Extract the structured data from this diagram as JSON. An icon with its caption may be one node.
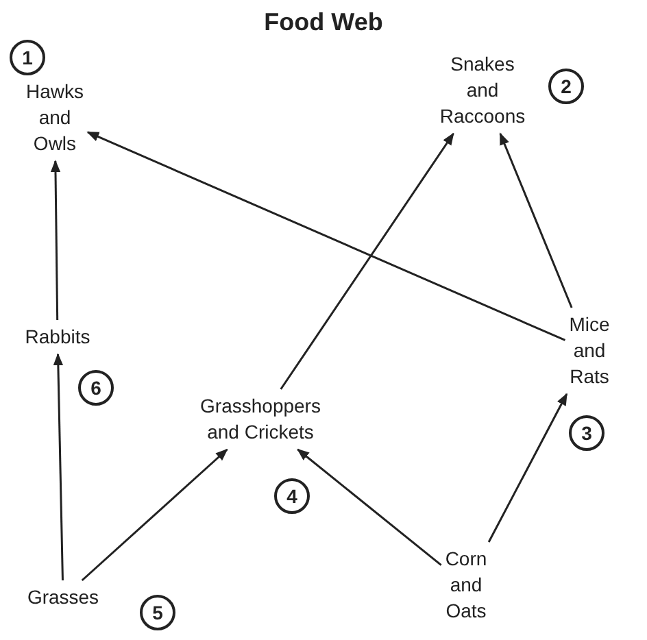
{
  "diagram": {
    "title": "Food Web",
    "nodes": [
      {
        "text": [
          "Hawks and Owls"
        ],
        "beside": [
          "1"
        ]
      },
      {
        "text": [
          "Snakes and Raccoons"
        ],
        "beside": [
          "2"
        ]
      },
      {
        "text": [
          "Rabbits"
        ],
        "beside": [
          "6"
        ]
      },
      {
        "text": [
          "Mice and Rats"
        ],
        "beside": [
          "3"
        ]
      },
      {
        "text": [
          "Grasshoppers and Crickets"
        ],
        "beside": [
          "4"
        ]
      },
      {
        "text": [
          "Grasses"
        ],
        "beside": [
          "5"
        ]
      },
      {
        "text": [
          "Corn and Oats"
        ]
      }
    ],
    "edges": [
      {
        "from": 2,
        "to": 0,
        "arrow": "to"
      },
      {
        "from": 3,
        "to": 0,
        "arrow": "to"
      },
      {
        "from": 3,
        "to": 1,
        "arrow": "to"
      },
      {
        "from": 4,
        "to": 1,
        "arrow": "to"
      },
      {
        "from": 5,
        "to": 2,
        "arrow": "to"
      },
      {
        "from": 5,
        "to": 4,
        "arrow": "to"
      },
      {
        "from": 6,
        "to": 4,
        "arrow": "to"
      },
      {
        "from": 6,
        "to": 3,
        "arrow": "to"
      }
    ]
  }
}
